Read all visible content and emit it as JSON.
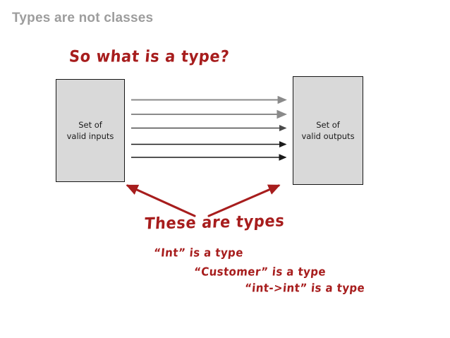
{
  "slide": {
    "title": "Types are not classes",
    "title_color": "#9d9d9d",
    "background": "#ffffff"
  },
  "annotations": {
    "accent_color": "#a71d1d",
    "question": "So what is a type?",
    "callout": "These are types",
    "examples": [
      "“Int” is a type",
      "“Customer” is a type",
      "“int->int” is a type"
    ]
  },
  "diagram": {
    "input_box": {
      "label": "Set of\nvalid inputs",
      "fill": "#d9d9d9",
      "stroke": "#161616"
    },
    "output_box": {
      "label": "Set of\nvalid outputs",
      "fill": "#d9d9d9",
      "stroke": "#161616"
    },
    "mapping_arrows": {
      "count": 5,
      "direction": "left-to-right",
      "colors": [
        "#8a8a8a",
        "#8a8a8a",
        "#4a4a4a",
        "#1a1a1a",
        "#1a1a1a"
      ]
    },
    "pointer_arrows": {
      "count": 2,
      "color": "#a71d1d",
      "targets": [
        "input-box",
        "output-box"
      ]
    }
  }
}
